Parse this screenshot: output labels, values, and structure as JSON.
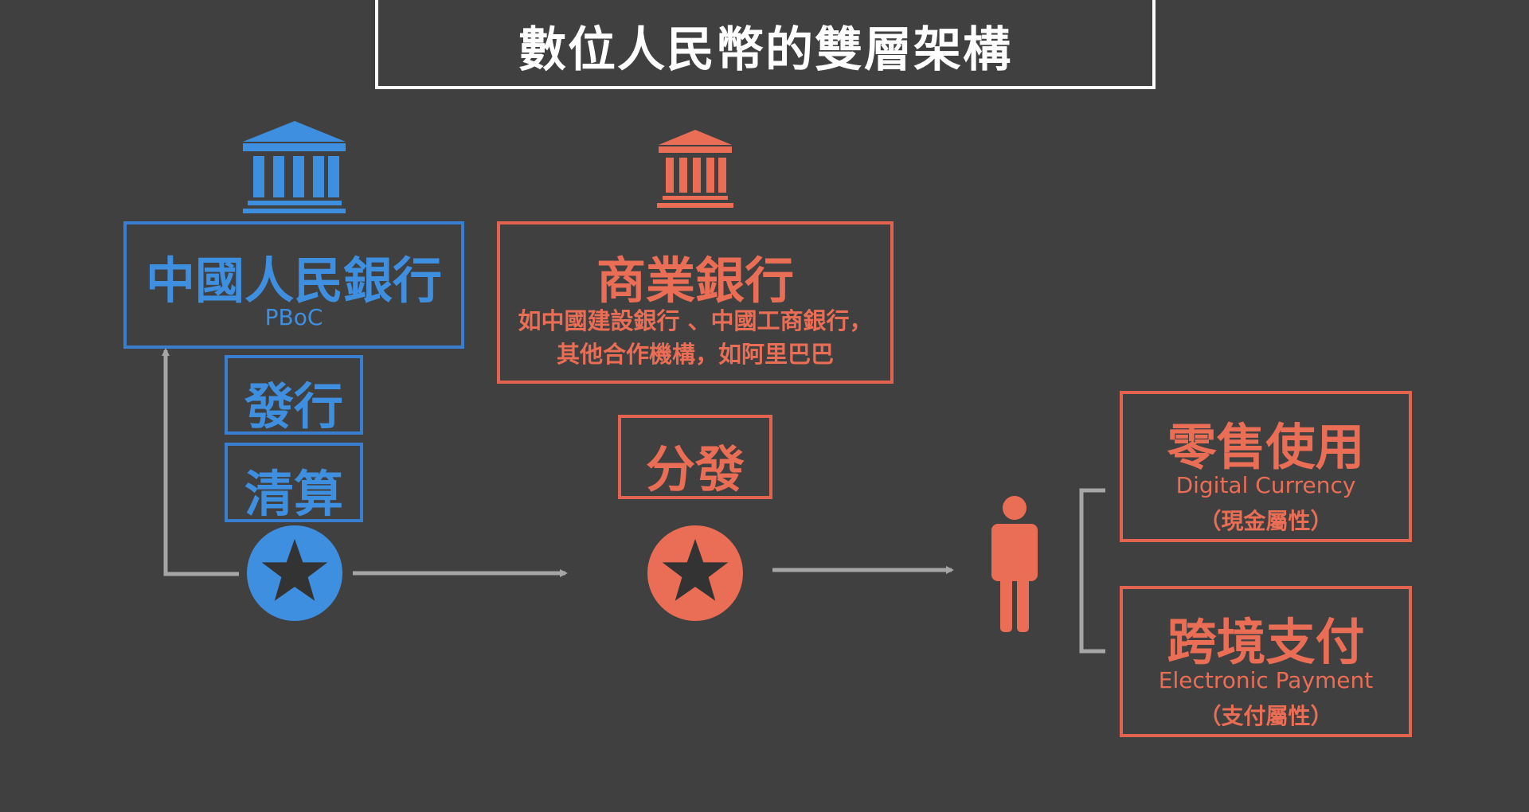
{
  "title": "數位人民幣的雙層架構",
  "central_bank": {
    "name": "中國人民銀行",
    "abbr": "PBoC",
    "icon": "bank-building-icon",
    "color": "#3f8fe0",
    "roles": [
      "發行",
      "清算"
    ]
  },
  "commercial_bank": {
    "name": "商業銀行",
    "examples_line1": "如中國建設銀行 、中國工商銀行，",
    "examples_line2": "其他合作機構，如阿里巴巴",
    "icon": "bank-building-icon",
    "color": "#ea6d55"
  },
  "distribution": {
    "label": "分發"
  },
  "user": {
    "icon": "person-icon"
  },
  "uses": [
    {
      "name": "零售使用",
      "en": "Digital Currency",
      "cn": "（現金屬性）"
    },
    {
      "name": "跨境支付",
      "en": "Electronic Payment",
      "cn": "（支付屬性）"
    }
  ],
  "colors": {
    "background": "#404040",
    "blue": "#3f8fe0",
    "red": "#ea6d55",
    "arrow": "#a6a6a6",
    "title_border": "#ffffff"
  }
}
